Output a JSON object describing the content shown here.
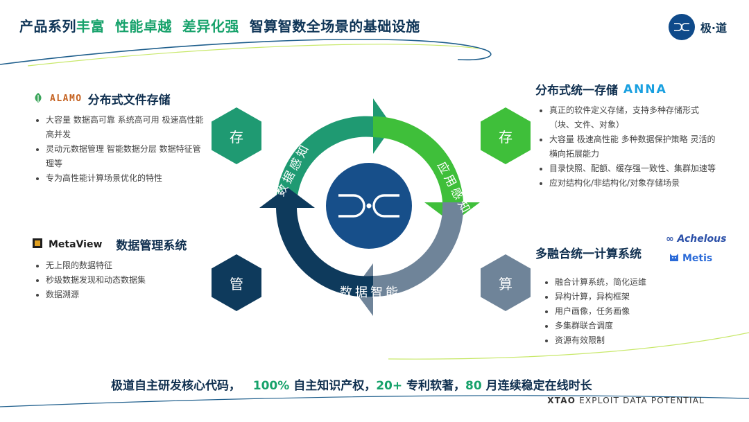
{
  "header": {
    "title_part1": "产品系列",
    "title_part2": "丰富",
    "title_part3": "性能卓越",
    "title_part4": "差异化强",
    "title_part5": "智算智数全场景的基础设施",
    "logo_text": "极·道"
  },
  "left_top": {
    "brand": "ALAMO",
    "title": "分布式文件存储",
    "hex_label": "存",
    "bullets": [
      "大容量 数据高可靠  系统高可用  极速高性能 高并发",
      "灵动元数据管理  智能数据分层   数据特征管理等",
      "专为高性能计算场景优化的特性"
    ]
  },
  "left_bottom": {
    "brand": "MetaView",
    "title": "数据管理系统",
    "hex_label": "管",
    "bullets": [
      "无上限的数据特征",
      "秒级数据发现和动态数据集",
      "数据溯源"
    ]
  },
  "right_top": {
    "title": "分布式统一存储",
    "brand": "ANNA",
    "hex_label": "存",
    "bullets": [
      "真正的软件定义存储，支持多种存储形式 （块、文件、对象）",
      "大容量 极速高性能 多种数据保护策略 灵活的横向拓展能力",
      "目录快照、配额、缓存强一致性、集群加速等",
      "应对结构化/非结构化/对象存储场景"
    ]
  },
  "right_bottom": {
    "title": "多融合统一计算系统",
    "brand1": "Achelous",
    "brand2": "Metis",
    "hex_label": "算",
    "bullets": [
      "融合计算系统，简化运维",
      "异构计算，异构框架",
      "用户画像，任务画像",
      "多集群联合调度",
      "资源有效限制"
    ]
  },
  "cycle": {
    "label_left": "数据感知",
    "label_right": "应用感知",
    "label_bottom": "数据智能"
  },
  "footer": {
    "part1": "极道自主研发核心代码，",
    "part2": "100%",
    "part3": "自主知识产权，",
    "part4": "20+",
    "part5": "专利软著，",
    "part6": "80",
    "part7": "月连续稳定在线时长",
    "tag_bold": "XTAO",
    "tag_rest": "EXPLOIT DATA POTENTIAL"
  },
  "colors": {
    "navy": "#0f3557",
    "green": "#17a26b",
    "lime": "#3fbf3a",
    "slate": "#6f8499",
    "dark_navy": "#0e3a5c"
  }
}
